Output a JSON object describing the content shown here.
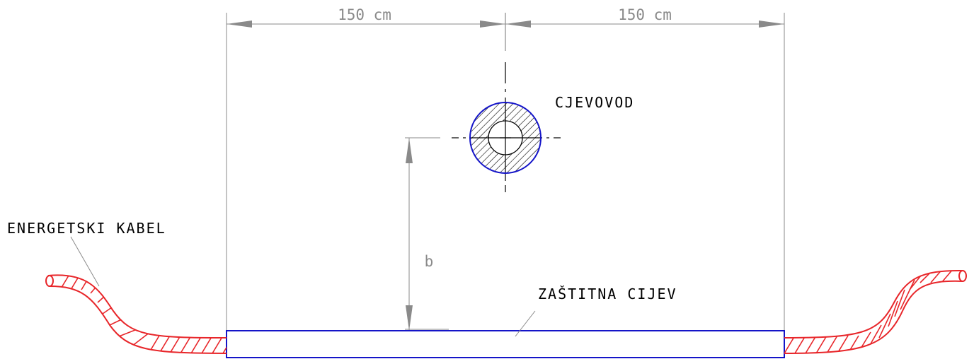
{
  "labels": {
    "dim_left": "150 cm",
    "dim_right": "150 cm",
    "pipe": "CJEVOVOD",
    "cable": "ENERGETSKI KABEL",
    "protective_tube": "ZAŠTITNA CIJEV",
    "depth": "b"
  },
  "colors": {
    "cable": "#e8262a",
    "tube": "#1414c8",
    "pipe_outline": "#1414c8",
    "dimension": "#8a8a8a",
    "line": "#000000"
  }
}
